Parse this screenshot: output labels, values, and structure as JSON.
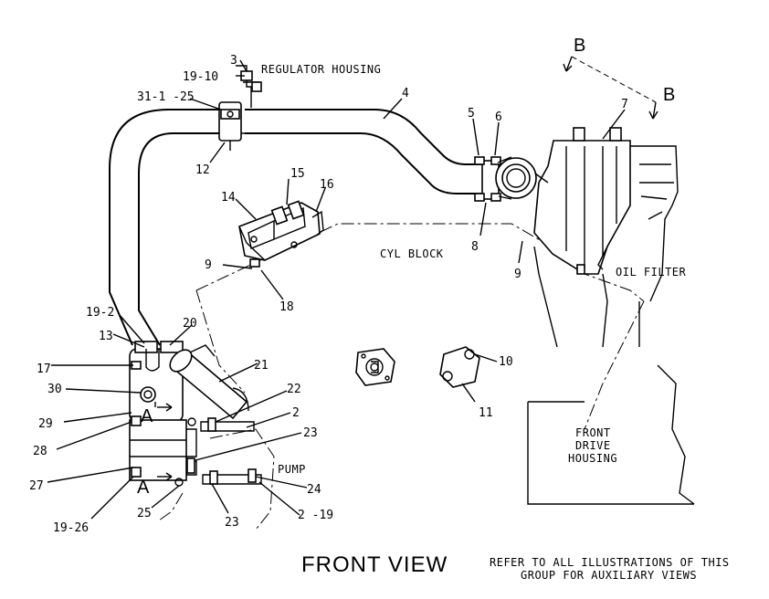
{
  "labels": {
    "p3": "3",
    "p19_10": "19-10",
    "p31_1_25": "31-1 -25",
    "p4": "4",
    "p5": "5",
    "p6": "6",
    "p7": "7",
    "p12": "12",
    "p14": "14",
    "p15": "15",
    "p16": "16",
    "p8": "8",
    "p9a": "9",
    "p9b": "9",
    "p18": "18",
    "p19_2": "19-2",
    "p13": "13",
    "p20": "20",
    "p17": "17",
    "p21": "21",
    "p30": "30",
    "p22": "22",
    "p2": "2",
    "p29": "29",
    "p23a": "23",
    "p28": "28",
    "p27": "27",
    "p25": "25",
    "p24": "24",
    "p19_26": "19-26",
    "p23b": "23",
    "p2_19": "2 -19",
    "p10": "10",
    "p11": "11"
  },
  "section_marks": {
    "b_left": "B",
    "b_right": "B",
    "a_upper": "A",
    "a_lower": "A"
  },
  "callouts": {
    "regulator_housing": "REGULATOR HOUSING",
    "cyl_block": "CYL BLOCK",
    "oil_filter": "OIL FILTER",
    "front_drive_housing": [
      "FRONT",
      "DRIVE",
      "HOUSING"
    ],
    "pump": "PUMP"
  },
  "footer": {
    "title": "FRONT  VIEW",
    "note": [
      "REFER TO ALL ILLUSTRATIONS OF THIS",
      "GROUP FOR AUXILIARY VIEWS"
    ]
  }
}
